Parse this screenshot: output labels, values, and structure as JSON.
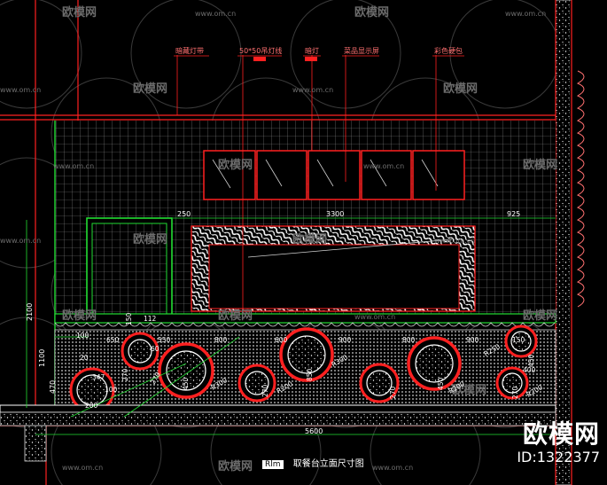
{
  "watermark": {
    "brand": "欧模网",
    "url": "www.om.cn"
  },
  "brand_badge": {
    "name": "欧模网",
    "id_text": "ID:1322377"
  },
  "drawing_title": {
    "tag": "Rlm",
    "title": "取餐台立面尺寸图"
  },
  "callouts": [
    {
      "label": "暗藏灯带"
    },
    {
      "label": "50*50吊灯线"
    },
    {
      "label": "暗灯"
    },
    {
      "label": "菜品显示屏"
    },
    {
      "label": "彩色硬包"
    }
  ],
  "dimensions": {
    "top": [
      "250",
      "3300",
      "925"
    ],
    "left": [
      "2100",
      "1100",
      "470"
    ],
    "bottom_total": "5600",
    "counter_labels": [
      "150",
      "112",
      "100",
      "650",
      "550",
      "800",
      "600",
      "900",
      "800",
      "900",
      "150",
      "20",
      "60",
      "347",
      "100",
      "200",
      "R300",
      "R200",
      "R300",
      "R200",
      "R250",
      "R200",
      "450",
      "850",
      "270",
      "270",
      "270",
      "450",
      "400",
      "270",
      "450",
      "270"
    ]
  },
  "colors": {
    "background": "#000000",
    "red": "#ff2020",
    "green": "#22dd33",
    "white": "#f0f0f0",
    "grid": "#8a8a8a",
    "pink": "#ff7070"
  }
}
